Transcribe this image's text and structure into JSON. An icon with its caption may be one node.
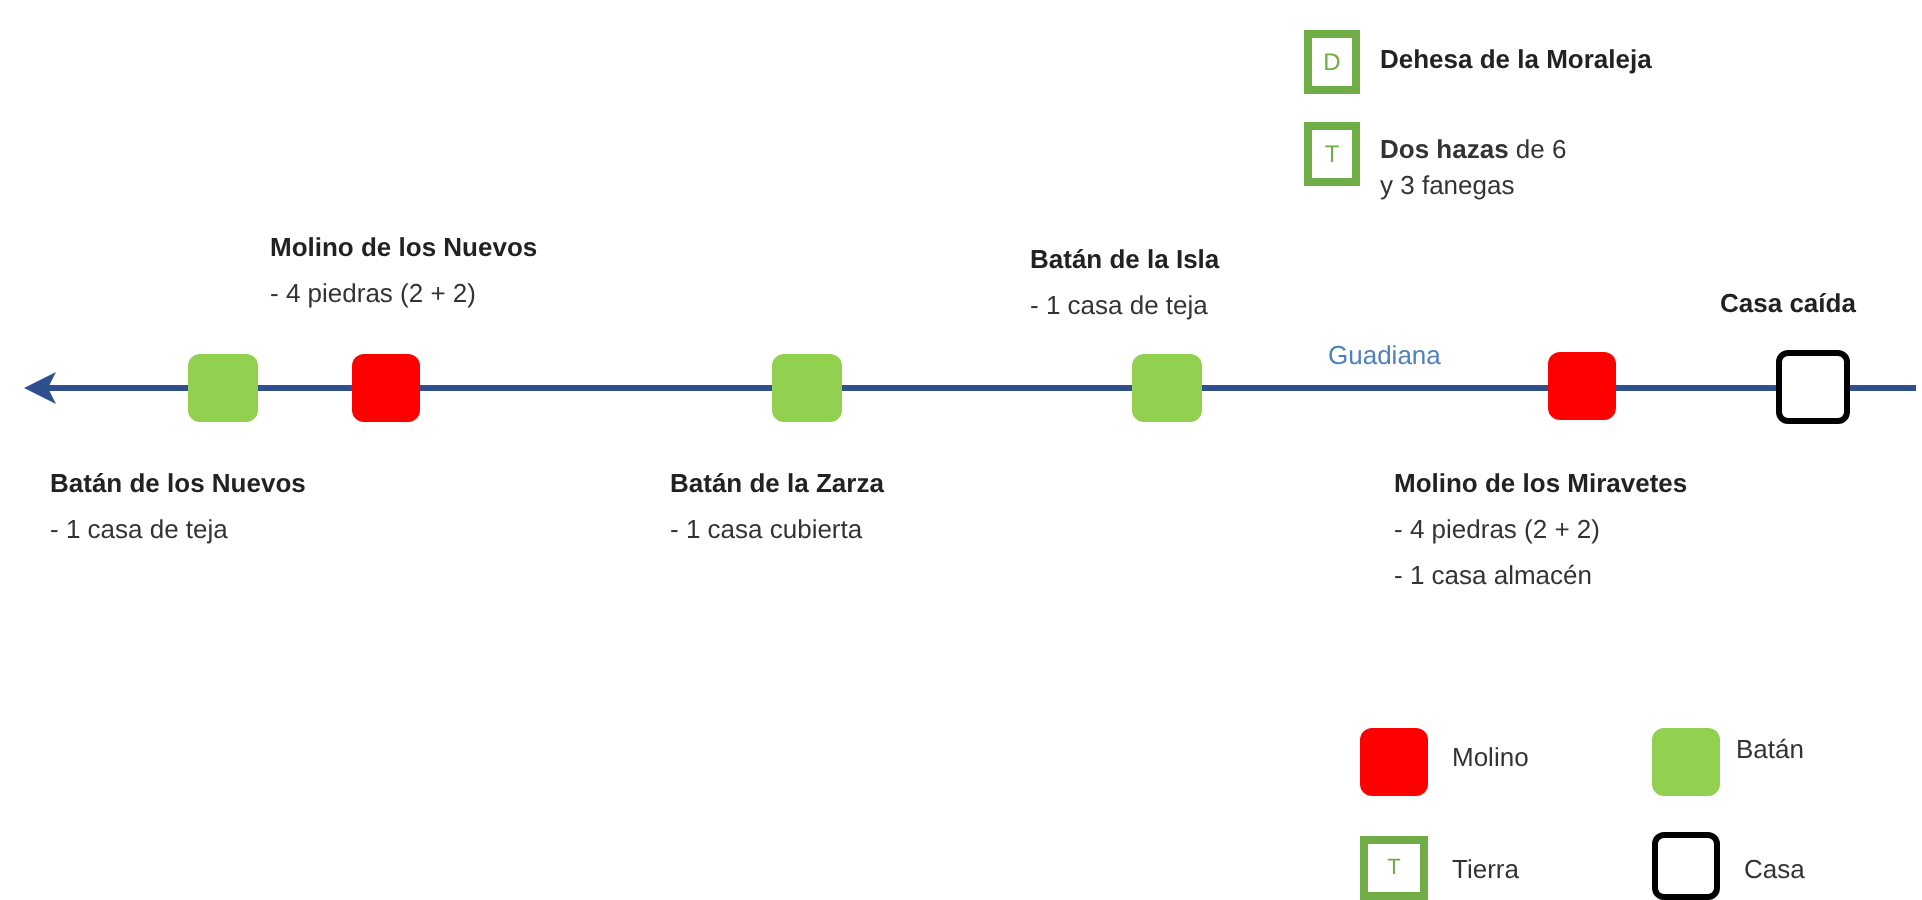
{
  "diagram": {
    "nodes": [
      {
        "text": [
          "D"
        ],
        "beside": [
          "Dehesa de la Moraleja"
        ]
      },
      {
        "text": [
          "T"
        ],
        "beside": [
          "**Dos hazas** de 6 y 3 fanegas"
        ]
      },
      {
        "text": [],
        "shape": "box",
        "beside": [
          "Batán de los Nuevos",
          "- 1 casa de teja"
        ]
      },
      {
        "text": [],
        "shape": "box",
        "beside": [
          "Molino de los Nuevos",
          "- 4 piedras (2 + 2)"
        ]
      },
      {
        "text": [],
        "shape": "box",
        "beside": [
          "Batán de la Zarza",
          "- 1 casa cubierta"
        ]
      },
      {
        "text": [],
        "shape": "box",
        "beside": [
          "Batán de la Isla",
          "- 1 casa de teja"
        ]
      },
      {
        "text": [],
        "shape": "box",
        "beside": [
          "Molino de los Miravetes",
          "- 4 piedras (2 + 2)",
          "- 1 casa almacén"
        ]
      },
      {
        "text": [],
        "shape": "box",
        "beside": [
          "Casa caída"
        ]
      }
    ],
    "labels": [
      "Guadiana",
      "T"
    ],
    "legend": [
      {
        "text": "Molino",
        "color": "#ff0000"
      },
      {
        "text": "Batán",
        "color": "#92d050"
      },
      {
        "text": "Tierra"
      },
      {
        "text": "Casa"
      }
    ]
  }
}
